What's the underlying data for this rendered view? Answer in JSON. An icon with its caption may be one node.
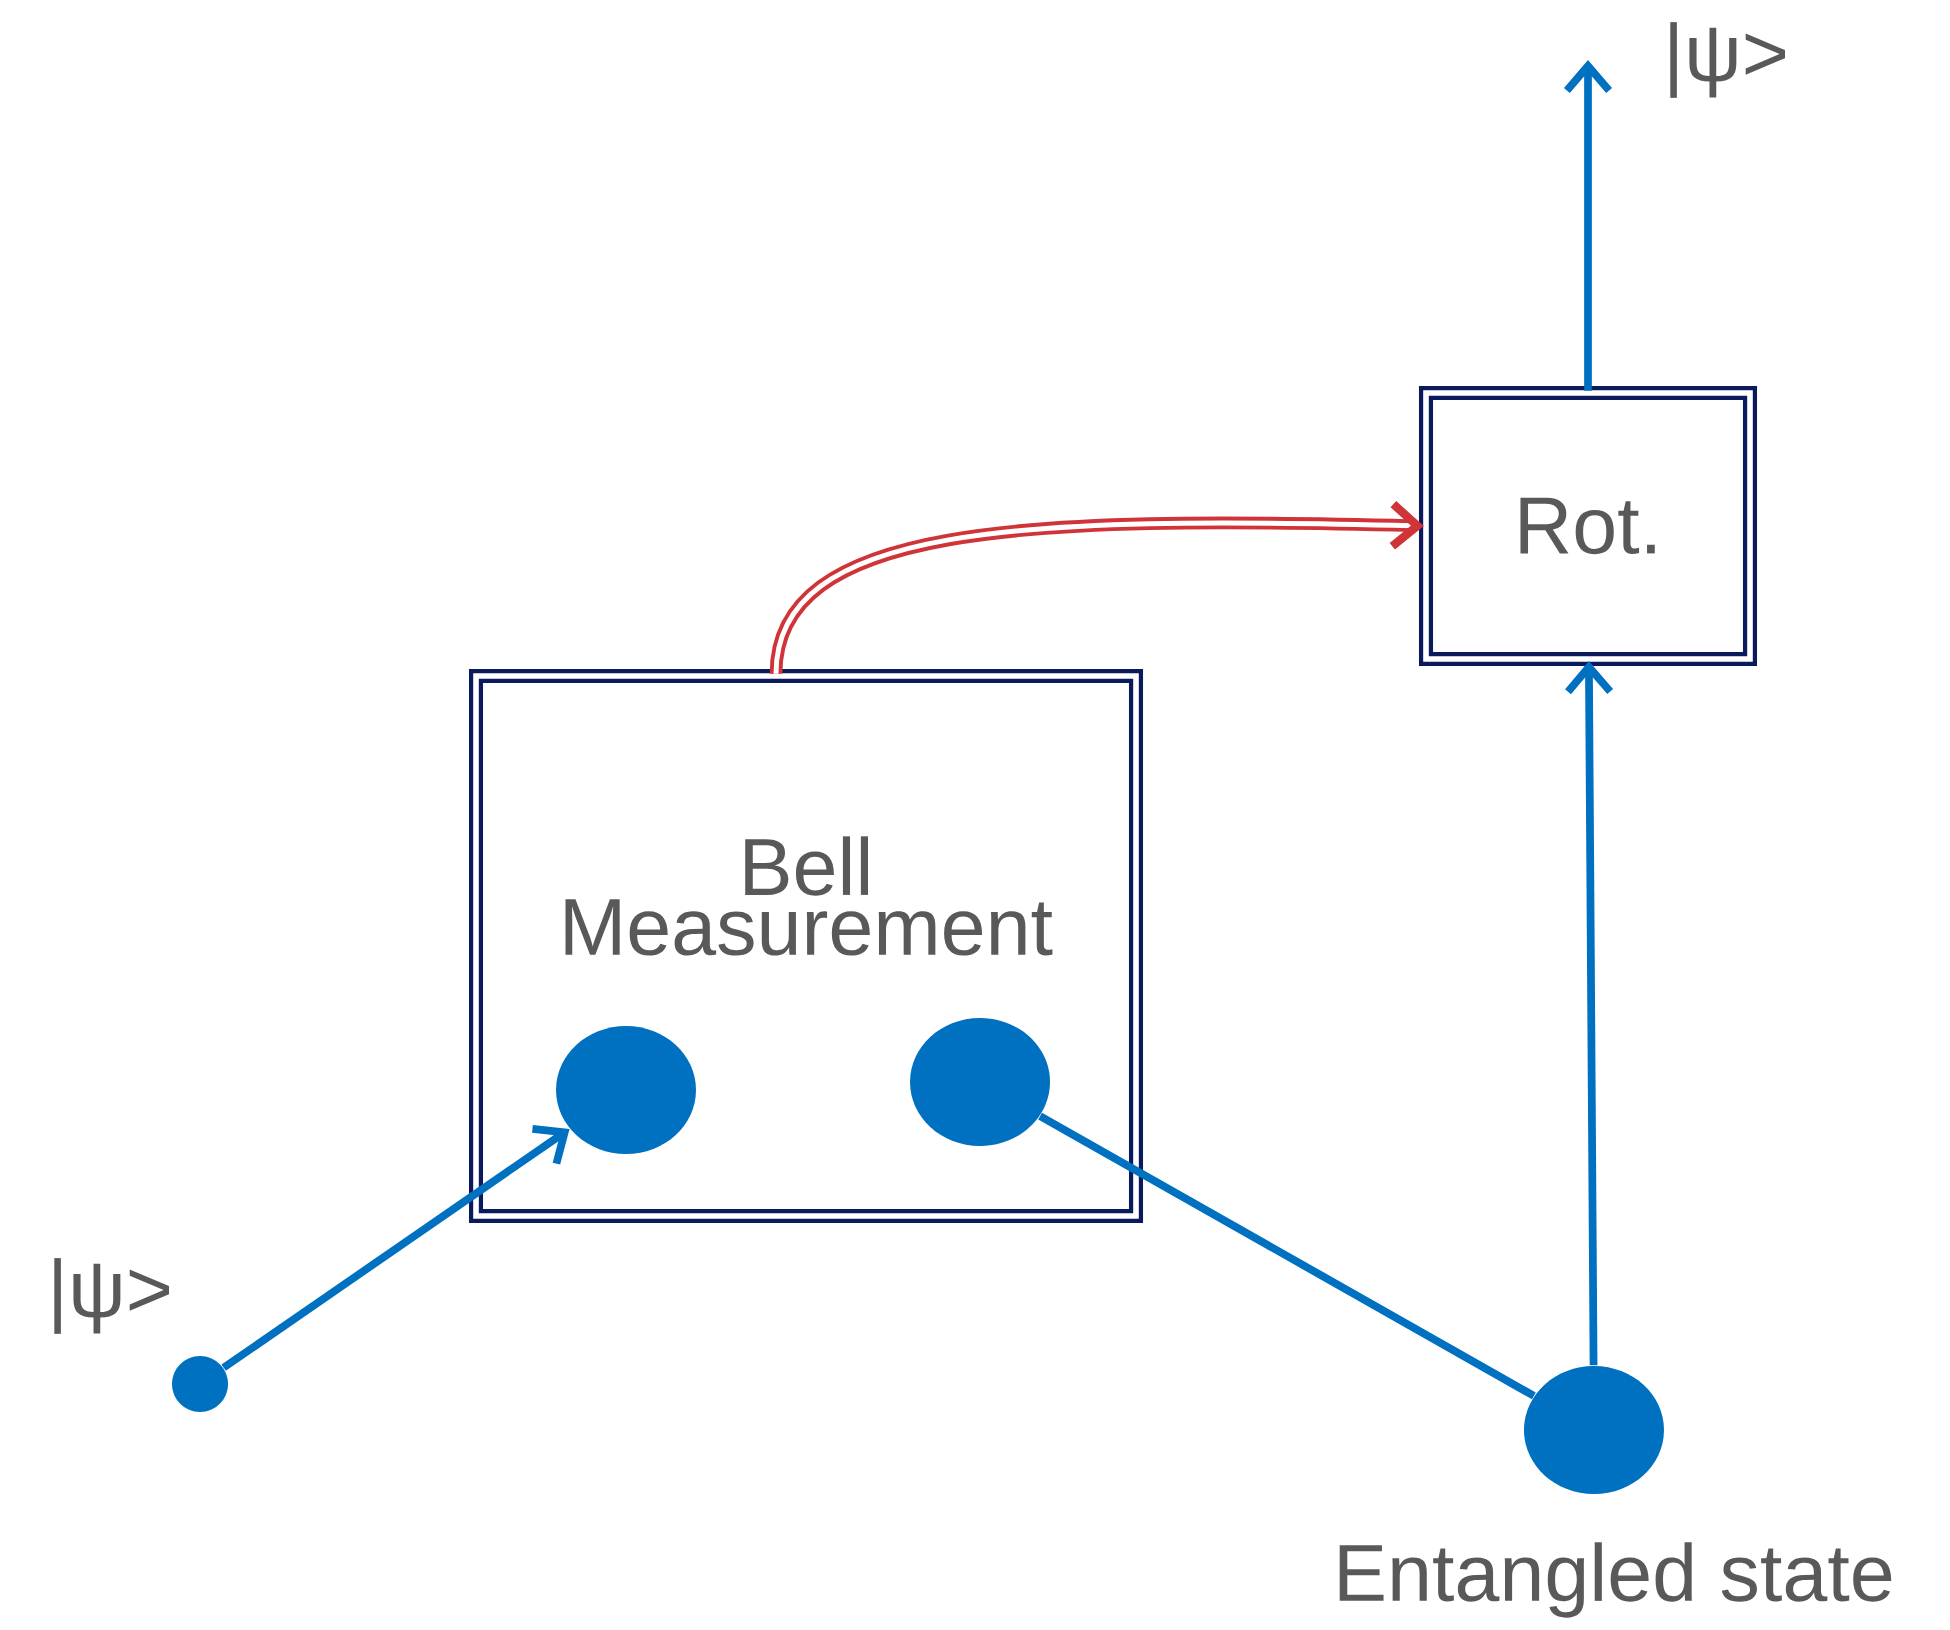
{
  "diagram": {
    "nodes": [
      {
        "text": [
          "Bell Measurement"
        ]
      },
      {
        "text": [],
        "shape": "circle",
        "in": 0
      },
      {
        "text": [],
        "shape": "circle",
        "in": 0
      },
      {
        "text": [
          "Rot."
        ]
      },
      {
        "text": [],
        "shape": "circle",
        "beside": [
          "|ψ>"
        ]
      },
      {
        "text": [],
        "shape": "circle",
        "beside": [
          "Entangled state"
        ]
      },
      {
        "text": [
          "|ψ>"
        ]
      }
    ],
    "edges": [
      {
        "from": 4,
        "to": 1,
        "arrow": "to"
      },
      {
        "from": 2,
        "to": 5,
        "arrow": "none"
      },
      {
        "from": 5,
        "to": 3,
        "arrow": "to"
      },
      {
        "from": 0,
        "to": 3,
        "arrow": "to",
        "color": "#d13438"
      },
      {
        "from": 3,
        "to": 6,
        "arrow": "to"
      }
    ]
  }
}
